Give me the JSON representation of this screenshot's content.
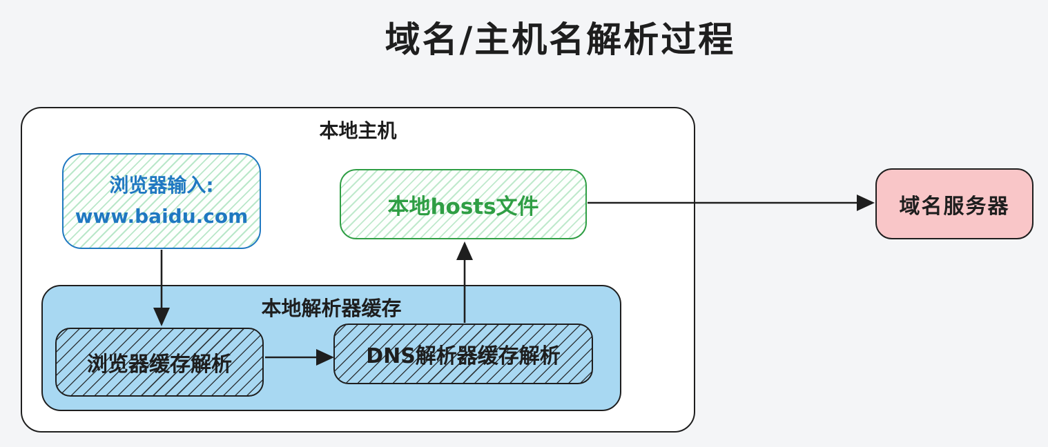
{
  "title": "域名/主机名解析过程",
  "colors": {
    "background": "#f4f5f7",
    "ink": "#1e1e1e",
    "blue_accent": "#1f78c1",
    "green_accent": "#2f9e44",
    "green_hatch": "#b9e7c9",
    "resolver_cache_fill": "#a8d8f2",
    "dns_server_fill": "#f9c6c8",
    "local_host_fill": "#ffffff"
  },
  "nodes": {
    "local_host": {
      "label": "本地主机"
    },
    "browser_input": {
      "line1": "浏览器输入:",
      "line2": "www.baidu.com"
    },
    "hosts_file": {
      "label": "本地hosts文件"
    },
    "resolver_cache": {
      "label": "本地解析器缓存"
    },
    "browser_cache": {
      "label": "浏览器缓存解析"
    },
    "dns_resolver_cache": {
      "label": "DNS解析器缓存解析"
    },
    "dns_server": {
      "label": "域名服务器"
    }
  },
  "edges": [
    {
      "from": "browser_input",
      "to": "browser_cache"
    },
    {
      "from": "browser_cache",
      "to": "dns_resolver_cache"
    },
    {
      "from": "dns_resolver_cache",
      "to": "hosts_file"
    },
    {
      "from": "hosts_file",
      "to": "dns_server"
    }
  ]
}
